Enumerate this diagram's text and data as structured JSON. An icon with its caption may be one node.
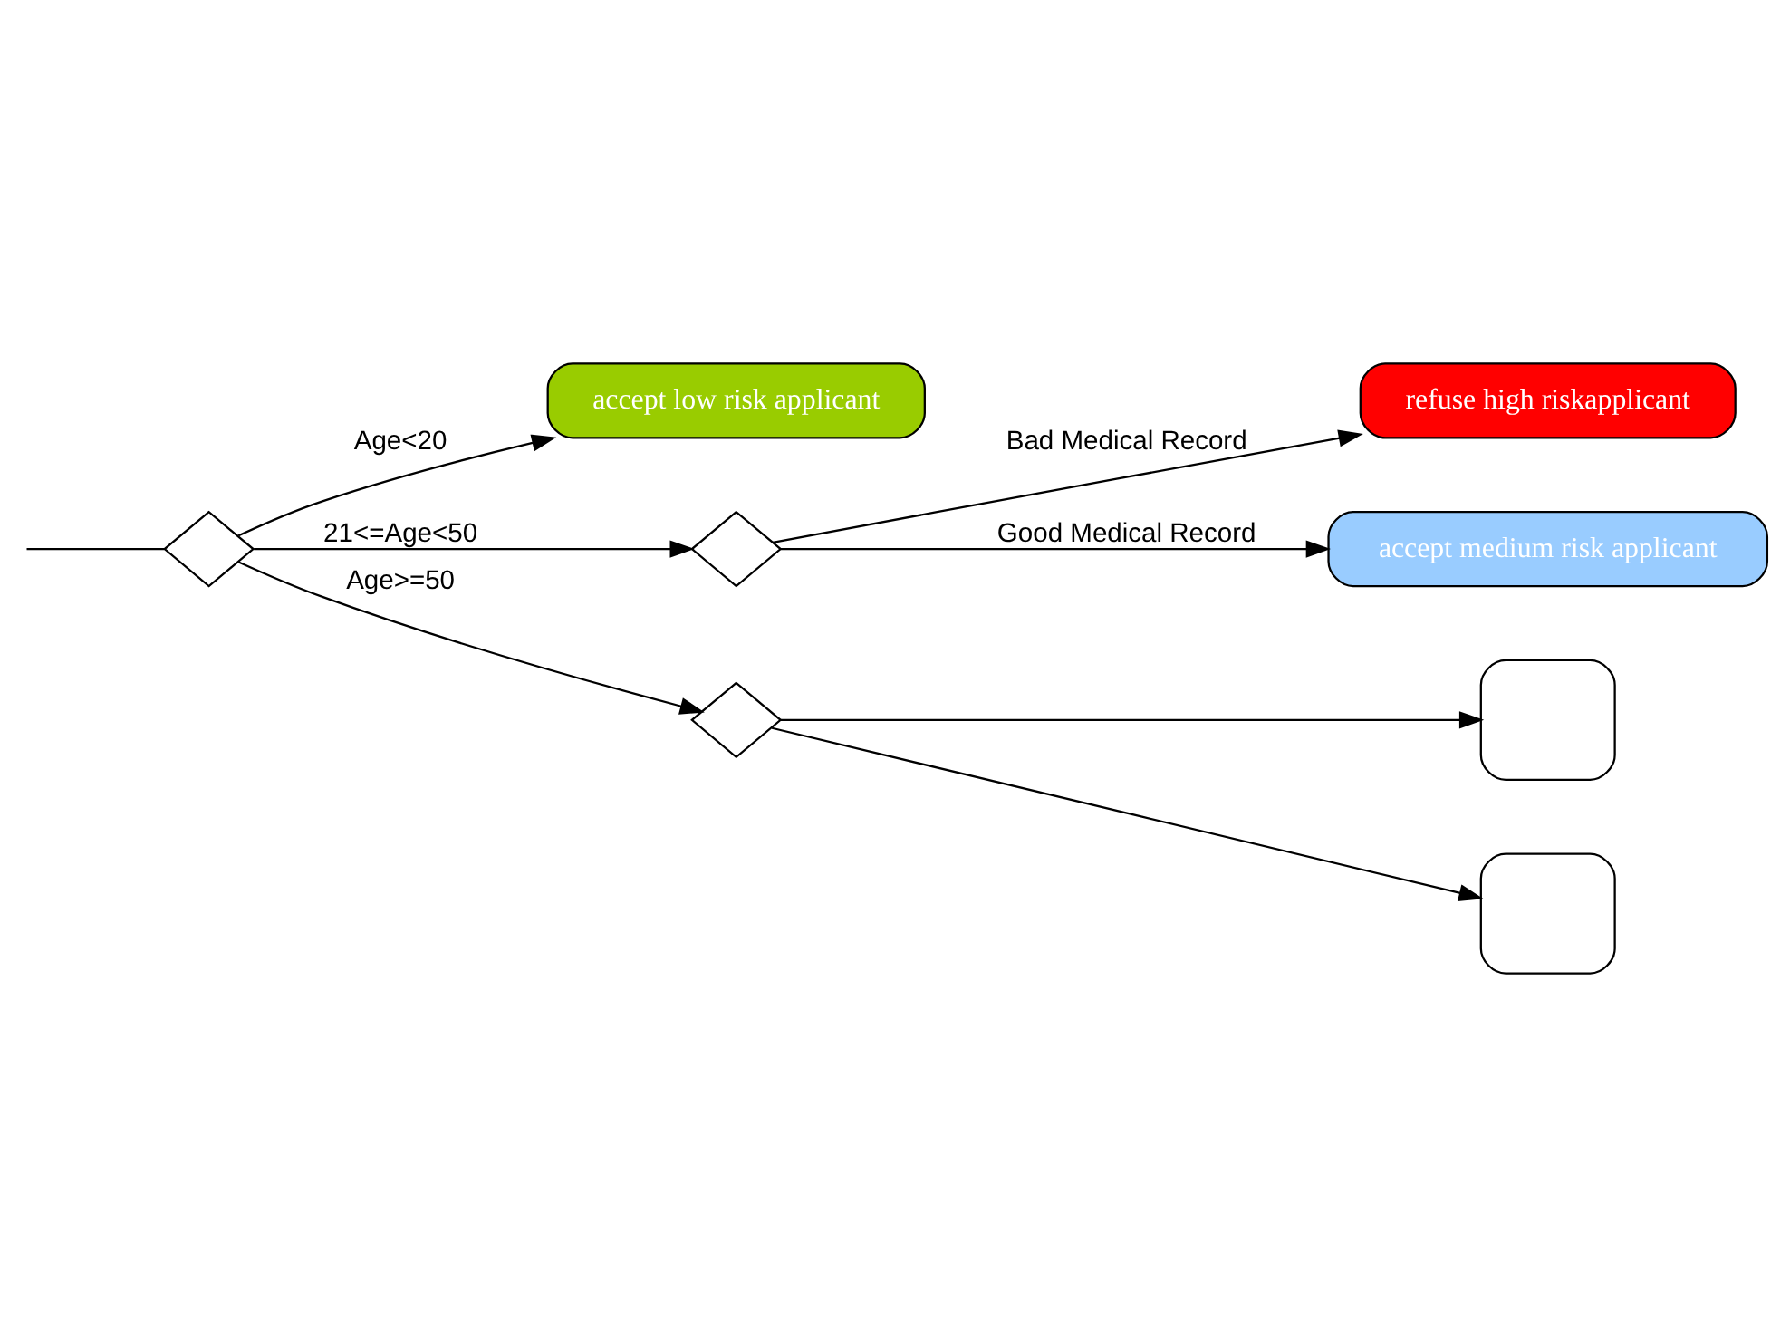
{
  "diagram": {
    "nodes": [
      {
        "text": [],
        "shape": "diamond"
      },
      {
        "text": [
          "accept low risk applicant"
        ]
      },
      {
        "text": [],
        "shape": "diamond"
      },
      {
        "text": [
          "refuse high riskapplicant"
        ]
      },
      {
        "text": [
          "accept medium risk applicant"
        ]
      },
      {
        "text": [],
        "shape": "diamond"
      },
      {
        "text": [],
        "shape": "box"
      },
      {
        "text": [],
        "shape": "box"
      }
    ],
    "edges": [
      {
        "from": null,
        "to": 0,
        "arrow": "none"
      },
      {
        "from": 0,
        "to": 1,
        "arrow": "to",
        "label": "Age<20"
      },
      {
        "from": 0,
        "to": 2,
        "arrow": "to",
        "label": "21<=Age<50"
      },
      {
        "from": 0,
        "to": 5,
        "arrow": "to",
        "label": "Age>=50"
      },
      {
        "from": 2,
        "to": 3,
        "arrow": "to",
        "label": "Bad Medical Record"
      },
      {
        "from": 2,
        "to": 4,
        "arrow": "to",
        "label": "Good Medical Record"
      },
      {
        "from": 5,
        "to": 6,
        "arrow": "to"
      },
      {
        "from": 5,
        "to": 7,
        "arrow": "to"
      }
    ]
  }
}
